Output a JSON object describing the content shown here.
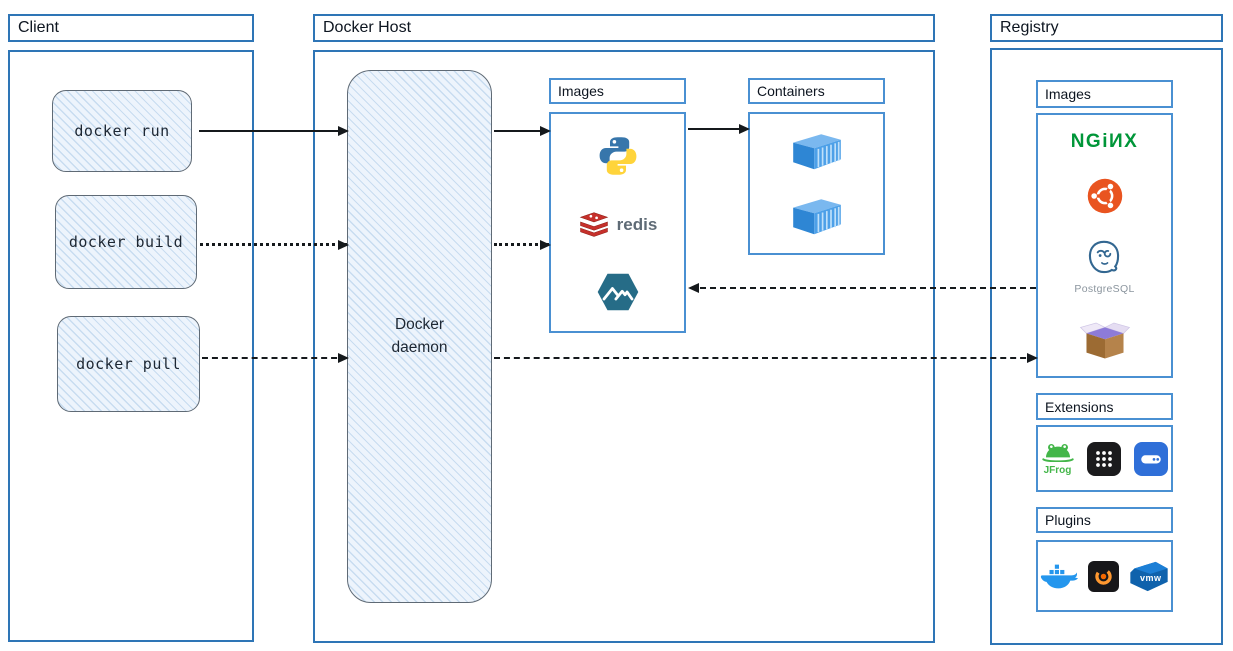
{
  "client": {
    "title": "Client",
    "commands": [
      {
        "label": "docker run",
        "arrow": "solid"
      },
      {
        "label": "docker build",
        "arrow": "dotted"
      },
      {
        "label": "docker pull",
        "arrow": "dashed"
      }
    ]
  },
  "host": {
    "title": "Docker Host",
    "daemon_label": "Docker daemon",
    "images": {
      "title": "Images",
      "items": [
        {
          "name": "python"
        },
        {
          "name": "redis",
          "label": "redis"
        },
        {
          "name": "alpine"
        }
      ]
    },
    "containers": {
      "title": "Containers",
      "items": [
        {
          "name": "container"
        },
        {
          "name": "container"
        }
      ]
    }
  },
  "registry": {
    "title": "Registry",
    "images": {
      "title": "Images",
      "items": [
        {
          "name": "nginx",
          "label": "NGiИX"
        },
        {
          "name": "ubuntu"
        },
        {
          "name": "postgresql",
          "label": "PostgreSQL"
        },
        {
          "name": "busybox"
        }
      ]
    },
    "extensions": {
      "title": "Extensions",
      "items": [
        {
          "name": "jfrog",
          "label": "JFrog"
        },
        {
          "name": "app-grid"
        },
        {
          "name": "disk-app"
        }
      ]
    },
    "plugins": {
      "title": "Plugins",
      "items": [
        {
          "name": "docker-whale"
        },
        {
          "name": "grafana"
        },
        {
          "name": "vmware",
          "label": "vmw"
        }
      ]
    }
  },
  "colors": {
    "frame_blue": "#2e75b6",
    "panel_blue": "#4a90d2",
    "arrow_black": "#15191c",
    "nginx_green": "#009639",
    "ubuntu_orange": "#e95420",
    "redis_red": "#c6302b",
    "python_blue": "#3776ab",
    "python_yellow": "#ffd43b",
    "container_blue": "#2e86d4",
    "postgres_blue": "#336791"
  }
}
